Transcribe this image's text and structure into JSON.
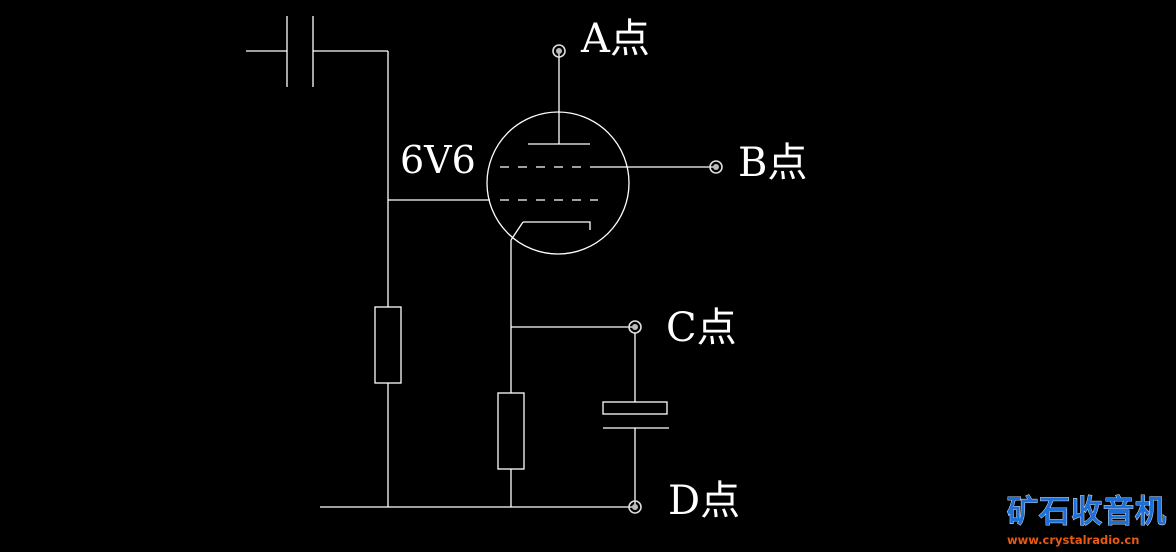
{
  "tube": {
    "label": "6V6"
  },
  "points": {
    "a": "A点",
    "b": "B点",
    "c": "C点",
    "d": "D点"
  },
  "watermark": {
    "title": "矿石收音机",
    "url": "www.crystalradio.cn"
  }
}
